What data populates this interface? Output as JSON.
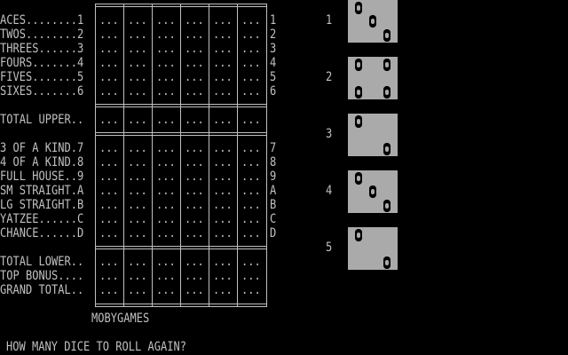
{
  "left_labels": [
    "ACES........1",
    "TWOS........2",
    "THREES......3",
    "FOURS.......4",
    "FIVES.......5",
    "SIXES.......6",
    "TOTAL UPPER..",
    "3 OF A KIND.7",
    "4 OF A KIND.8",
    "FULL HOUSE..9",
    "SM STRAIGHT.A",
    "LG STRAIGHT.B",
    "YATZEE......C",
    "CHANCE......D",
    "TOTAL LOWER..",
    "TOP BONUS....",
    "GRAND TOTAL.."
  ],
  "right_codes": [
    "1",
    "2",
    "3",
    "4",
    "5",
    "6",
    "7",
    "8",
    "9",
    "A",
    "B",
    "C",
    "D"
  ],
  "cell_placeholder": "...",
  "footer_label": "MOBYGAMES",
  "prompt": "HOW MANY DICE TO ROLL AGAIN?",
  "dice": [
    {
      "number": "1",
      "value": 3
    },
    {
      "number": "2",
      "value": 4
    },
    {
      "number": "3",
      "value": 2
    },
    {
      "number": "4",
      "value": 3
    },
    {
      "number": "5",
      "value": 2
    }
  ],
  "colors": {
    "background": "#000000",
    "text": "#c0c0c0",
    "die_face": "#aaaaaa",
    "grid": "#c0c0c0"
  }
}
